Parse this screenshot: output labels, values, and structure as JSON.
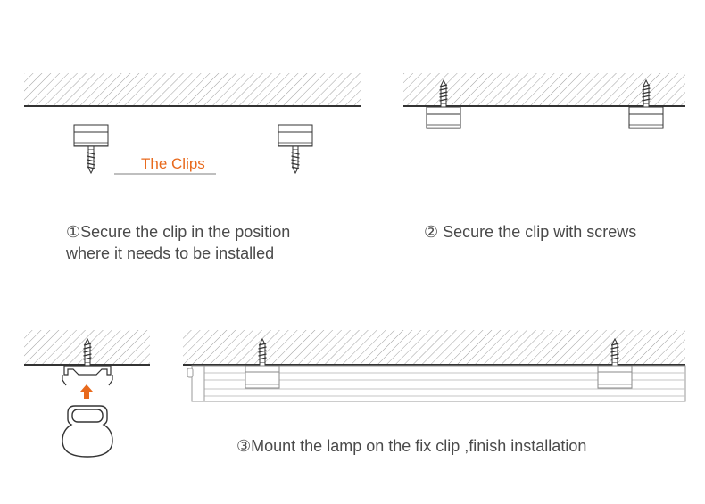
{
  "colors": {
    "accent": "#e8691c",
    "line": "#333333",
    "hatch": "#999999",
    "text": "#4a4a4a"
  },
  "steps": [
    {
      "marker": "①",
      "line1": "Secure the clip in the position",
      "line2": "where it needs to be installed"
    },
    {
      "marker": "②",
      "line1": "Secure the clip with screws"
    },
    {
      "marker": "③",
      "line1": "Mount the lamp on the fix clip ,finish installation"
    }
  ],
  "callout": {
    "label": "The  Clips"
  },
  "icons": [
    "ceiling-hatch",
    "clip-icon",
    "screw-icon",
    "up-arrow-icon",
    "lamp-profile-icon",
    "lamp-tube"
  ]
}
